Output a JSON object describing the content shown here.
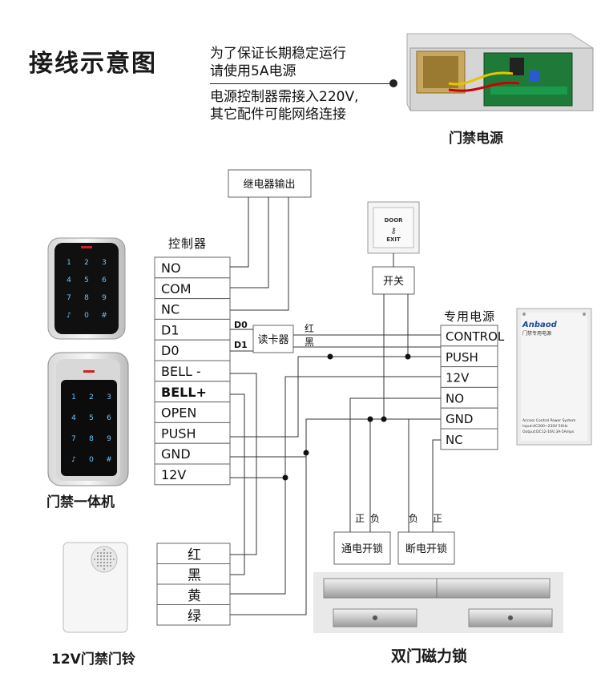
{
  "header": {
    "title": "接线示意图",
    "note_line1": "为了保证长期稳定运行",
    "note_line2": "请使用5A电源",
    "note_line3": "电源控制器需接入220V,",
    "note_line4": "其它配件可能网络连接"
  },
  "captions": {
    "psu_top": "门禁电源",
    "keypad": "门禁一体机",
    "doorbell": "12V门禁门铃",
    "maglock": "双门磁力锁"
  },
  "controller": {
    "title": "控制器",
    "terminals": [
      "NO",
      "COM",
      "NC",
      "D1",
      "D0",
      "BELL -",
      "BELL+",
      "OPEN",
      "PUSH",
      "GND",
      "12V"
    ]
  },
  "relay_output": "继电器输出",
  "exit_switch": "开关",
  "exit_button": {
    "line1": "DOOR",
    "line2": "EXIT"
  },
  "card_reader": {
    "label": "读卡器",
    "d0": "D0",
    "d1": "D1",
    "red": "红",
    "black": "黑"
  },
  "power_supply": {
    "title": "专用电源",
    "terminals": [
      "CONTROL",
      "PUSH",
      "12V",
      "NO",
      "GND",
      "NC"
    ],
    "brand": "Anbaod",
    "brand_sub": "门禁专用电源",
    "spec1": "Access Control Power System",
    "spec2": "Input:AC200~230V 50Hz",
    "spec3": "Output:DC12-16V,3A-5Amps"
  },
  "doorbell_wires": [
    "红",
    "黑",
    "黄",
    "绿"
  ],
  "locks": {
    "nc_lock": "通电开锁",
    "no_lock": "断电开锁",
    "pos": "正",
    "neg": "负"
  },
  "keypad_keys": [
    "1",
    "2",
    "3",
    "4",
    "5",
    "6",
    "7",
    "8",
    "9",
    "0",
    "#"
  ]
}
